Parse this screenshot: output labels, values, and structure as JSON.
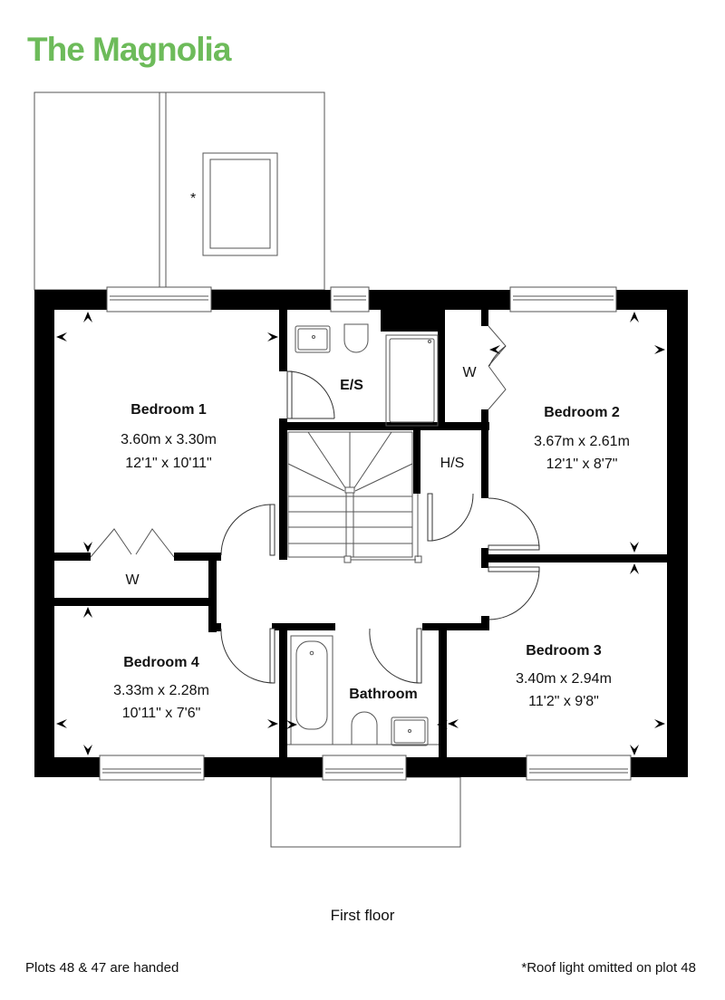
{
  "header": {
    "title": "The Magnolia",
    "title_color": "#6dbb5a"
  },
  "plan": {
    "floor_label": "First floor",
    "roof_light_marker": "*",
    "rooms": [
      {
        "id": "bedroom-1",
        "name": "Bedroom 1",
        "metric": "3.60m x 3.30m",
        "imperial": "12'1\" x 10'11\""
      },
      {
        "id": "bedroom-2",
        "name": "Bedroom 2",
        "metric": "3.67m x 2.61m",
        "imperial": "12'1\" x 8'7\""
      },
      {
        "id": "bedroom-3",
        "name": "Bedroom 3",
        "metric": "3.40m x 2.94m",
        "imperial": "11'2\" x 9'8\""
      },
      {
        "id": "bedroom-4",
        "name": "Bedroom 4",
        "metric": "3.33m x 2.28m",
        "imperial": "10'11\" x 7'6\""
      },
      {
        "id": "bathroom",
        "name": "Bathroom"
      },
      {
        "id": "en-suite",
        "name": "E/S"
      },
      {
        "id": "hot-store",
        "name": "H/S"
      },
      {
        "id": "wardrobe-bed2",
        "name": "W"
      },
      {
        "id": "wardrobe-bed1",
        "name": "W"
      }
    ]
  },
  "footer": {
    "left_note": "Plots 48 & 47 are handed",
    "right_note": "*Roof light omitted on plot 48"
  },
  "colors": {
    "wall": "#000000",
    "line": "#555555",
    "background": "#ffffff"
  }
}
